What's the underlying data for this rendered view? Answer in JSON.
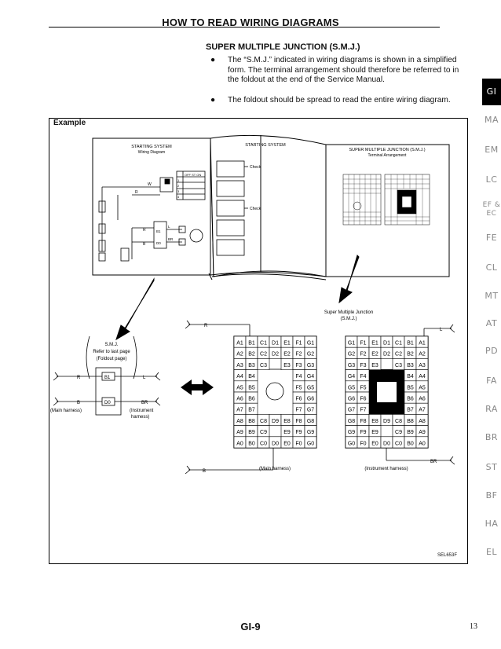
{
  "page": {
    "title": "HOW TO READ WIRING DIAGRAMS",
    "section_title": "SUPER MULTIPLE JUNCTION (S.M.J.)",
    "bullets": [
      "The “S.M.J.” indicated in wiring diagrams is shown in a simplified form. The terminal arrangement should therefore be referred to in the foldout at the end of the Service Manual.",
      "The foldout should be spread to read the entire wiring diagram."
    ],
    "bullet_symbol": "●",
    "footer_code": "GI-9",
    "page_number": "13"
  },
  "example": {
    "label": "Example",
    "book_left_title": "STARTING SYSTEM",
    "book_left_subtitle": "Wiring Diagram",
    "book_mid_title": "STARTING SYSTEM",
    "book_mid_check1": "Check",
    "book_mid_check2": "Check",
    "book_right_title": "SUPER MULTIPLE JUNCTION (S.M.J.)",
    "book_right_subtitle": "Terminal Arrangement",
    "switch_header": "OFF ST ON",
    "switch_rows": [
      "1",
      "2",
      "3",
      "4"
    ],
    "wire_w": "W",
    "wire_r": "R",
    "wire_b": "B",
    "term_b1": "B1",
    "term_d0": "D0",
    "wire_l": "L",
    "wire_br": "BR",
    "smj_callout_1": "Super Multiple Junction",
    "smj_callout_2": "(S.M.J.)",
    "smj_small_1": "S.M.J.",
    "smj_small_2": "Refer to last page",
    "smj_small_3": "(Foldout page)",
    "main_harness": "(Main harness)",
    "instrument_harness_1": "(Instrument",
    "instrument_harness_2": "harness)",
    "main_harness_caption": "(Main harness)",
    "instrument_harness_caption": "(Instrument harness)",
    "left_connector_rows": [
      [
        "A1",
        "B1",
        "C1",
        "D1",
        "E1",
        "F1",
        "G1"
      ],
      [
        "A2",
        "B2",
        "C2",
        "D2",
        "E2",
        "F2",
        "G2"
      ],
      [
        "A3",
        "B3",
        "C3",
        "",
        "E3",
        "F3",
        "G3"
      ],
      [
        "A4",
        "B4",
        "",
        "",
        "",
        "F4",
        "G4"
      ],
      [
        "A5",
        "B5",
        "",
        "",
        "",
        "F5",
        "G5"
      ],
      [
        "A6",
        "B6",
        "",
        "",
        "",
        "F6",
        "G6"
      ],
      [
        "A7",
        "B7",
        "",
        "",
        "",
        "F7",
        "G7"
      ],
      [
        "A8",
        "B8",
        "C8",
        "D9",
        "E8",
        "F8",
        "G8"
      ],
      [
        "A9",
        "B9",
        "C9",
        "",
        "E9",
        "F9",
        "G9"
      ],
      [
        "A0",
        "B0",
        "C0",
        "D0",
        "E0",
        "F0",
        "G0"
      ]
    ],
    "right_connector_rows": [
      [
        "G1",
        "F1",
        "E1",
        "D1",
        "C1",
        "B1",
        "A1"
      ],
      [
        "G2",
        "F2",
        "E2",
        "D2",
        "C2",
        "B2",
        "A2"
      ],
      [
        "G3",
        "F3",
        "E3",
        "",
        "C3",
        "B3",
        "A3"
      ],
      [
        "G4",
        "F4",
        "",
        "",
        "",
        "B4",
        "A4"
      ],
      [
        "G5",
        "F5",
        "",
        "",
        "",
        "B5",
        "A5"
      ],
      [
        "G6",
        "F6",
        "",
        "",
        "",
        "B6",
        "A6"
      ],
      [
        "G7",
        "F7",
        "",
        "",
        "",
        "B7",
        "A7"
      ],
      [
        "G8",
        "F8",
        "E8",
        "D9",
        "C8",
        "B8",
        "A8"
      ],
      [
        "G9",
        "F9",
        "E9",
        "",
        "C9",
        "B9",
        "A9"
      ],
      [
        "G0",
        "F0",
        "E0",
        "D0",
        "C0",
        "B0",
        "A0"
      ]
    ],
    "figure_code": "SEL653F"
  },
  "sidebar": {
    "tabs": [
      "GI",
      "MA",
      "EM",
      "LC",
      "EF & EC",
      "FE",
      "CL",
      "MT",
      "AT",
      "PD",
      "FA",
      "RA",
      "BR",
      "ST",
      "BF",
      "HA",
      "EL"
    ],
    "active": "GI"
  }
}
